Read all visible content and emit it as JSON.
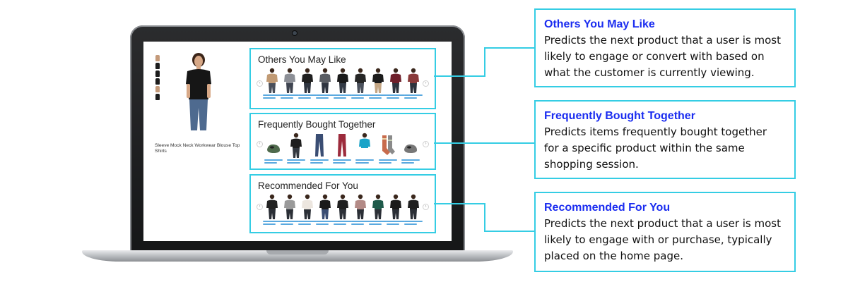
{
  "product": {
    "title": "Sleeve Mock Neck Workwear Blouse Top Shirts"
  },
  "panels": [
    {
      "title": "Others You May Like",
      "items": [
        {
          "icon": "beige-top-icon",
          "color": "#c19a74",
          "pants": "#4a4f5a"
        },
        {
          "icon": "grey-top-icon",
          "color": "#8c8f96",
          "pants": "#3e4450"
        },
        {
          "icon": "black-top-icon",
          "color": "#202020",
          "pants": "#2f3540"
        },
        {
          "icon": "patterned-top-icon",
          "color": "#5a5d63",
          "pants": "#2f3540"
        },
        {
          "icon": "black-top-icon",
          "color": "#1a1a1a",
          "pants": "#333a45"
        },
        {
          "icon": "black-top-icon",
          "color": "#262626",
          "pants": "#4b515c"
        },
        {
          "icon": "black-top-icon",
          "color": "#1c1c1c",
          "pants": "#c4a684"
        },
        {
          "icon": "maroon-top-icon",
          "color": "#6e1f2a",
          "pants": "#2d333d"
        },
        {
          "icon": "plaid-top-icon",
          "color": "#8a3a3a",
          "pants": "#2d333d"
        }
      ]
    },
    {
      "title": "Frequently Bought Together",
      "items": [
        {
          "icon": "clog-shoe-icon",
          "color": "#4f6a4c",
          "pants": ""
        },
        {
          "icon": "black-blouse-icon",
          "color": "#1e1e1e",
          "pants": "#33383f"
        },
        {
          "icon": "jeans-icon",
          "color": "#3a4d73",
          "pants": ""
        },
        {
          "icon": "red-pants-icon",
          "color": "#9c2b3c",
          "pants": ""
        },
        {
          "icon": "teal-top-icon",
          "color": "#1ba3c8",
          "pants": ""
        },
        {
          "icon": "socks-icon",
          "color": "#c86b4c",
          "pants": ""
        },
        {
          "icon": "clog-shoe-icon",
          "color": "#777777",
          "pants": ""
        }
      ]
    },
    {
      "title": "Recommended For You",
      "items": [
        {
          "icon": "black-top-icon",
          "color": "#222222",
          "pants": "#2a2e35"
        },
        {
          "icon": "grey-top-icon",
          "color": "#9a9a9a",
          "pants": "#2b2f36"
        },
        {
          "icon": "white-top-icon",
          "color": "#ece6df",
          "pants": "#2b2f36"
        },
        {
          "icon": "black-top-icon",
          "color": "#1a1a1a",
          "pants": "#3a4d73"
        },
        {
          "icon": "black-top-icon",
          "color": "#1f1f1f",
          "pants": "#2b2f36"
        },
        {
          "icon": "mauve-top-icon",
          "color": "#b38a86",
          "pants": "#2b2f36"
        },
        {
          "icon": "green-top-icon",
          "color": "#1e5a4a",
          "pants": "#2b2f36"
        },
        {
          "icon": "black-top-icon",
          "color": "#1a1a1a",
          "pants": "#2b2f36"
        },
        {
          "icon": "black-top-icon",
          "color": "#202020",
          "pants": "#2b2f36"
        }
      ]
    }
  ],
  "callouts": [
    {
      "title": "Others You May Like",
      "lines": [
        "Predicts the next product that a user is most",
        "likely to engage or convert with based on",
        "what the customer is currently viewing."
      ]
    },
    {
      "title": "Frequently Bought Together",
      "lines": [
        "Predicts items frequently bought together",
        "for a specific product within the same",
        "shopping session."
      ]
    },
    {
      "title": "Recommended For You",
      "lines": [
        "Predicts the next product that a user is most",
        "likely to engage with or purchase, typically",
        "placed on the home page."
      ]
    }
  ],
  "colors": {
    "accent_border": "#35cde4",
    "callout_title": "#1b2df0"
  }
}
